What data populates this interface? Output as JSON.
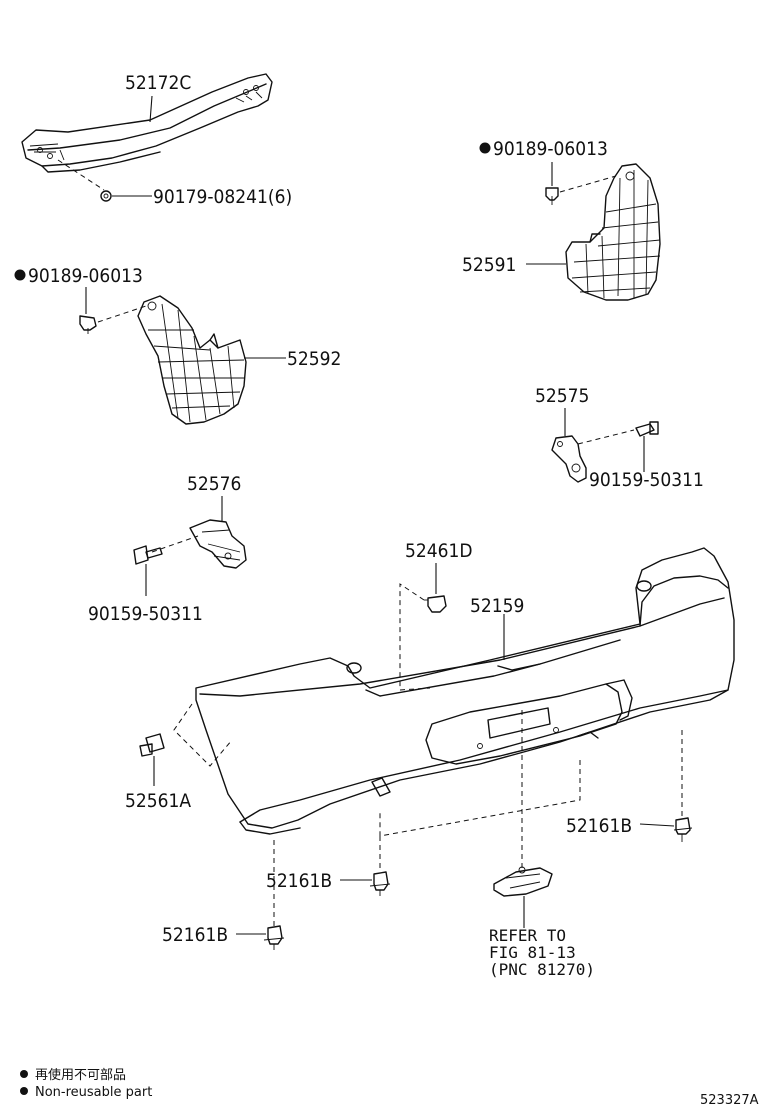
{
  "labels": {
    "p52172C": "52172C",
    "p90179": "90179-08241(6)",
    "p90189_right": "90189-06013",
    "p52591": "52591",
    "p90189_left": "90189-06013",
    "p52592": "52592",
    "p52575": "52575",
    "p90159_right": "90159-50311",
    "p52576": "52576",
    "p90159_left": "90159-50311",
    "p52461D": "52461D",
    "p52159": "52159",
    "p52561A": "52561A",
    "p52161B_right": "52161B",
    "p52161B_mid": "52161B",
    "p52161B_low": "52161B"
  },
  "refer": {
    "line1": "REFER TO",
    "line2": "FIG 81-13",
    "line3": "(PNC 81270)"
  },
  "legend": {
    "line1": "再使用不可部品",
    "line2": "Non-reusable part"
  },
  "figure_code": "523327A"
}
